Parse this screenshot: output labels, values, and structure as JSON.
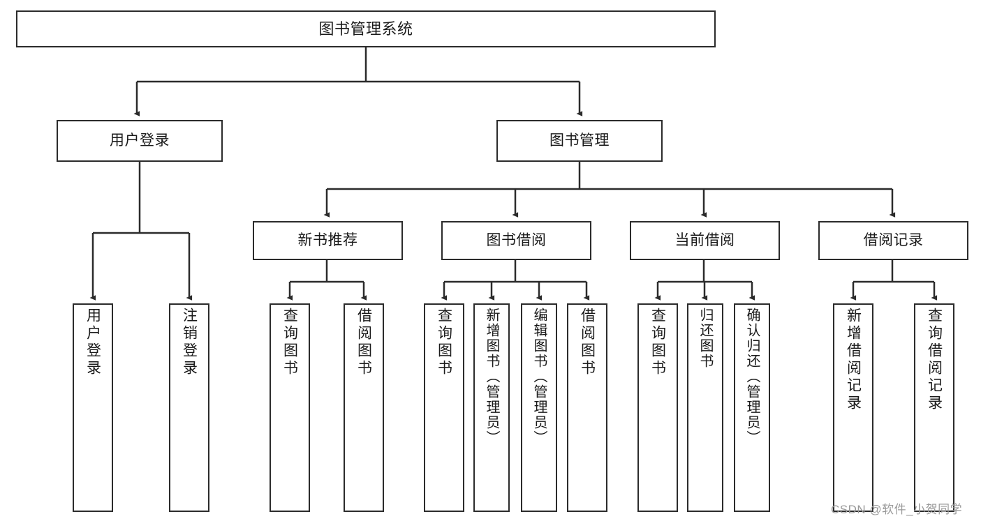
{
  "diagram": {
    "title": "图书管理系统",
    "type": "tree-hierarchy-diagram",
    "watermark": "CSDN @软件_小贺同学",
    "colors": {
      "stroke": "#2b2b2b",
      "fill": "#ffffff",
      "text": "#1a1a1a",
      "watermark": "#9a9a9a"
    },
    "levels": {
      "root": {
        "label": "图书管理系统"
      },
      "level1": [
        {
          "label": "用户登录"
        },
        {
          "label": "图书管理"
        }
      ],
      "level2": [
        {
          "label": "新书推荐"
        },
        {
          "label": "图书借阅"
        },
        {
          "label": "当前借阅"
        },
        {
          "label": "借阅记录"
        }
      ]
    },
    "leaves": {
      "user_login": [
        {
          "label": "用户登录"
        },
        {
          "label": "注销登录"
        }
      ],
      "new_book_recommend": [
        {
          "label": "查询图书"
        },
        {
          "label": "借阅图书"
        }
      ],
      "book_borrow": [
        {
          "label": "查询图书"
        },
        {
          "label": "新增图书（管理员）"
        },
        {
          "label": "编辑图书（管理员）"
        },
        {
          "label": "借阅图书"
        }
      ],
      "current_borrow": [
        {
          "label": "查询图书"
        },
        {
          "label": "归还图书"
        },
        {
          "label": "确认归还（管理员）"
        }
      ],
      "borrow_record": [
        {
          "label": "新增借阅记录"
        },
        {
          "label": "查询借阅记录"
        }
      ]
    }
  }
}
